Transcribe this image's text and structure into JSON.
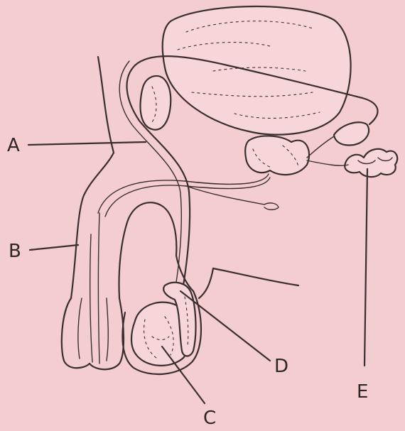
{
  "labels": {
    "a": "A",
    "b": "B",
    "c": "C",
    "d": "D",
    "e": "E"
  },
  "colors": {
    "background": "#f3cdd0",
    "ink": "#3a2e2e"
  }
}
